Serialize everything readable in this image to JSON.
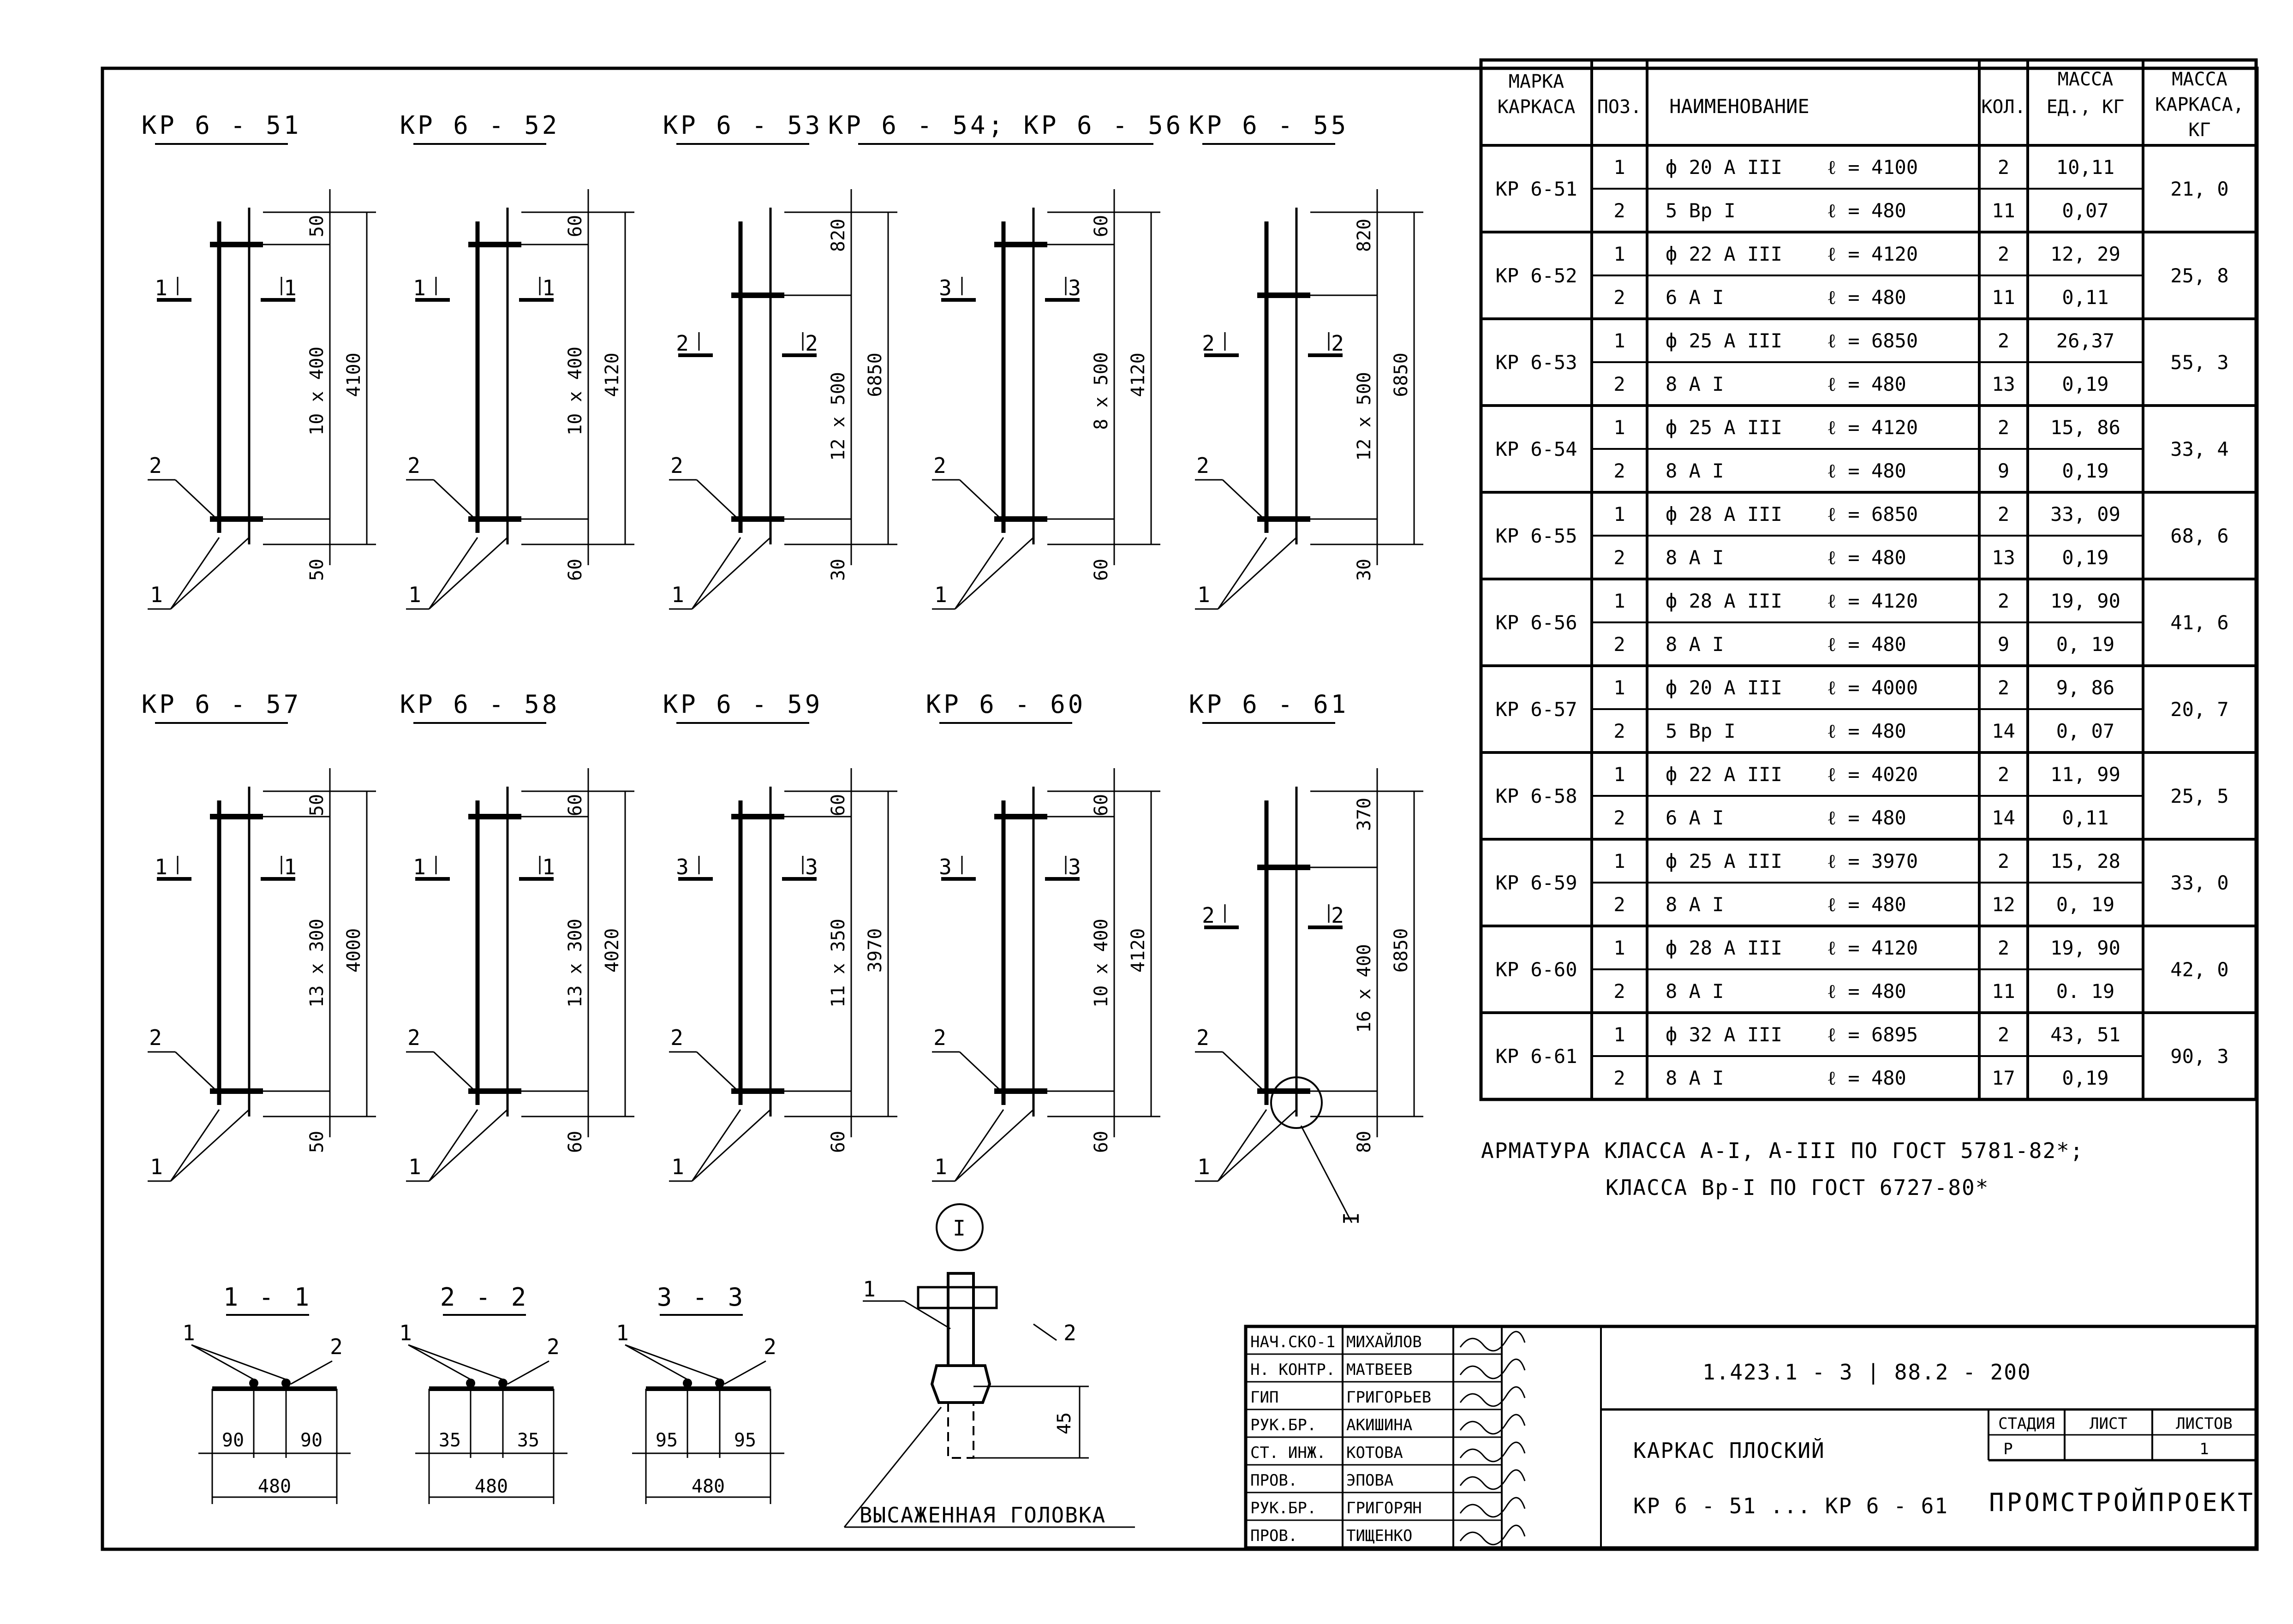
{
  "frames_row1": [
    {
      "title": "КР 6 - 51",
      "section": "1",
      "dims": {
        "top": "50",
        "mid": "10 x 400",
        "bot": "50",
        "total": "4100"
      }
    },
    {
      "title": "КР 6 - 52",
      "section": "1",
      "dims": {
        "top": "60",
        "mid": "10 x 400",
        "bot": "60",
        "total": "4120"
      }
    },
    {
      "title": "КР 6 - 53",
      "section": "2",
      "dims": {
        "top": "820",
        "mid": "12 x 500",
        "bot": "30",
        "total": "6850"
      }
    },
    {
      "title": "КР 6 - 54; КР 6 - 56",
      "section": "3",
      "dims": {
        "top": "60",
        "mid": "8 x 500",
        "bot": "60",
        "total": "4120"
      }
    },
    {
      "title": "КР 6 - 55",
      "section": "2",
      "dims": {
        "top": "820",
        "mid": "12 x 500",
        "bot": "30",
        "total": "6850"
      }
    }
  ],
  "frames_row2": [
    {
      "title": "КР 6 - 57",
      "section": "1",
      "dims": {
        "top": "50",
        "mid": "13 x 300",
        "bot": "50",
        "total": "4000"
      }
    },
    {
      "title": "КР 6 - 58",
      "section": "1",
      "dims": {
        "top": "60",
        "mid": "13 x 300",
        "bot": "60",
        "total": "4020"
      }
    },
    {
      "title": "КР 6 - 59",
      "section": "3",
      "dims": {
        "top": "60",
        "mid": "11 x 350",
        "bot": "60",
        "total": "3970"
      }
    },
    {
      "title": "КР 6 - 60",
      "section": "3",
      "dims": {
        "top": "60",
        "mid": "10 x 400",
        "bot": "60",
        "total": "4120"
      }
    },
    {
      "title": "КР 6 - 61",
      "section": "2",
      "dims": {
        "top": "370",
        "mid": "16 x 400",
        "bot": "80",
        "total": "6850"
      }
    }
  ],
  "pos_labels": {
    "one": "1",
    "two": "2"
  },
  "node_label": "I",
  "sections": [
    {
      "title": "1 - 1",
      "left": "90",
      "right": "90",
      "total": "480"
    },
    {
      "title": "2 - 2",
      "left": "35",
      "right": "35",
      "total": "480"
    },
    {
      "title": "3 - 3",
      "left": "95",
      "right": "95",
      "total": "480"
    }
  ],
  "detail": {
    "mark": "I",
    "dim": "45",
    "caption": "ВЫСАЖЕННАЯ ГОЛОВКА"
  },
  "spec_table": {
    "headers": {
      "mark": [
        "МАРКА",
        "КАРКАСА"
      ],
      "pos": "ПОЗ.",
      "name": "НАИМЕНОВАНИЕ",
      "qty": "КОЛ.",
      "unit_mass": [
        "МАССА",
        "ЕД., КГ"
      ],
      "frame_mass": [
        "МАССА",
        "КАРКАСА,",
        "КГ"
      ]
    },
    "rows": [
      {
        "mark": "КР 6-51",
        "items": [
          {
            "pos": "1",
            "name": "ф 20 А III",
            "len": "ℓ = 4100",
            "qty": "2",
            "mass": "10,11"
          },
          {
            "pos": "2",
            "name": "5 Вр I",
            "len": "ℓ = 480",
            "qty": "11",
            "mass": "0,07"
          }
        ],
        "total": "21, 0"
      },
      {
        "mark": "КР 6-52",
        "items": [
          {
            "pos": "1",
            "name": "ф 22 А III",
            "len": "ℓ = 4120",
            "qty": "2",
            "mass": "12, 29"
          },
          {
            "pos": "2",
            "name": "6 А I",
            "len": "ℓ = 480",
            "qty": "11",
            "mass": "0,11"
          }
        ],
        "total": "25, 8"
      },
      {
        "mark": "КР 6-53",
        "items": [
          {
            "pos": "1",
            "name": "ф 25 А III",
            "len": "ℓ = 6850",
            "qty": "2",
            "mass": "26,37"
          },
          {
            "pos": "2",
            "name": "8 А I",
            "len": "ℓ = 480",
            "qty": "13",
            "mass": "0,19"
          }
        ],
        "total": "55, 3"
      },
      {
        "mark": "КР 6-54",
        "items": [
          {
            "pos": "1",
            "name": "ф 25 А III",
            "len": "ℓ = 4120",
            "qty": "2",
            "mass": "15, 86"
          },
          {
            "pos": "2",
            "name": "8 А I",
            "len": "ℓ = 480",
            "qty": "9",
            "mass": "0,19"
          }
        ],
        "total": "33, 4"
      },
      {
        "mark": "КР 6-55",
        "items": [
          {
            "pos": "1",
            "name": "ф 28 А III",
            "len": "ℓ = 6850",
            "qty": "2",
            "mass": "33, 09"
          },
          {
            "pos": "2",
            "name": "8 А I",
            "len": "ℓ = 480",
            "qty": "13",
            "mass": "0,19"
          }
        ],
        "total": "68, 6"
      },
      {
        "mark": "КР 6-56",
        "items": [
          {
            "pos": "1",
            "name": "ф 28 А III",
            "len": "ℓ = 4120",
            "qty": "2",
            "mass": "19, 90"
          },
          {
            "pos": "2",
            "name": "8 А I",
            "len": "ℓ = 480",
            "qty": "9",
            "mass": "0, 19"
          }
        ],
        "total": "41, 6"
      },
      {
        "mark": "КР 6-57",
        "items": [
          {
            "pos": "1",
            "name": "ф 20 А III",
            "len": "ℓ = 4000",
            "qty": "2",
            "mass": "9, 86"
          },
          {
            "pos": "2",
            "name": "5 Вр I",
            "len": "ℓ = 480",
            "qty": "14",
            "mass": "0, 07"
          }
        ],
        "total": "20, 7"
      },
      {
        "mark": "КР 6-58",
        "items": [
          {
            "pos": "1",
            "name": "ф 22 А III",
            "len": "ℓ = 4020",
            "qty": "2",
            "mass": "11, 99"
          },
          {
            "pos": "2",
            "name": "6 А I",
            "len": "ℓ = 480",
            "qty": "14",
            "mass": "0,11"
          }
        ],
        "total": "25, 5"
      },
      {
        "mark": "КР 6-59",
        "items": [
          {
            "pos": "1",
            "name": "ф 25 А III",
            "len": "ℓ = 3970",
            "qty": "2",
            "mass": "15, 28"
          },
          {
            "pos": "2",
            "name": "8 А I",
            "len": "ℓ = 480",
            "qty": "12",
            "mass": "0, 19"
          }
        ],
        "total": "33, 0"
      },
      {
        "mark": "КР 6-60",
        "items": [
          {
            "pos": "1",
            "name": "ф 28 А III",
            "len": "ℓ = 4120",
            "qty": "2",
            "mass": "19, 90"
          },
          {
            "pos": "2",
            "name": "8 А I",
            "len": "ℓ = 480",
            "qty": "11",
            "mass": "0. 19"
          }
        ],
        "total": "42, 0"
      },
      {
        "mark": "КР 6-61",
        "items": [
          {
            "pos": "1",
            "name": "ф 32 А III",
            "len": "ℓ = 6895",
            "qty": "2",
            "mass": "43, 51"
          },
          {
            "pos": "2",
            "name": "8 А I",
            "len": "ℓ = 480",
            "qty": "17",
            "mass": "0,19"
          }
        ],
        "total": "90, 3"
      }
    ]
  },
  "notes": [
    "АРМАТУРА КЛАССА А-I, А-III ПО ГОСТ 5781-82*;",
    "КЛАССА Вр-I ПО ГОСТ 6727-80*"
  ],
  "title_block": {
    "people": [
      {
        "role": "НАЧ.СКО-1",
        "name": "МИХАЙЛОВ"
      },
      {
        "role": "Н. КОНТР.",
        "name": "МАТВЕЕВ"
      },
      {
        "role": "ГИП",
        "name": "ГРИГОРЬЕВ"
      },
      {
        "role": "РУК.БР.",
        "name": "АКИШИНА"
      },
      {
        "role": "СТ. ИНЖ.",
        "name": "КОТОВА"
      },
      {
        "role": "ПРОВ.",
        "name": "ЭПОВА"
      },
      {
        "role": "РУК.БР.",
        "name": "ГРИГОРЯН"
      },
      {
        "role": "ПРОВ.",
        "name": "ТИЩЕНКО"
      }
    ],
    "code": "1.423.1 - 3 | 88.2 - 200",
    "name1": "КАРКАС ПЛОСКИЙ",
    "name2": "КР 6 - 51 ... КР 6 - 61",
    "stage_h": "СТАДИЯ",
    "sheet_h": "ЛИСТ",
    "sheets_h": "ЛИСТОВ",
    "stage": "Р",
    "sheet": "",
    "sheets": "1",
    "org": "ПРОМСТРОЙПРОЕКТ"
  }
}
